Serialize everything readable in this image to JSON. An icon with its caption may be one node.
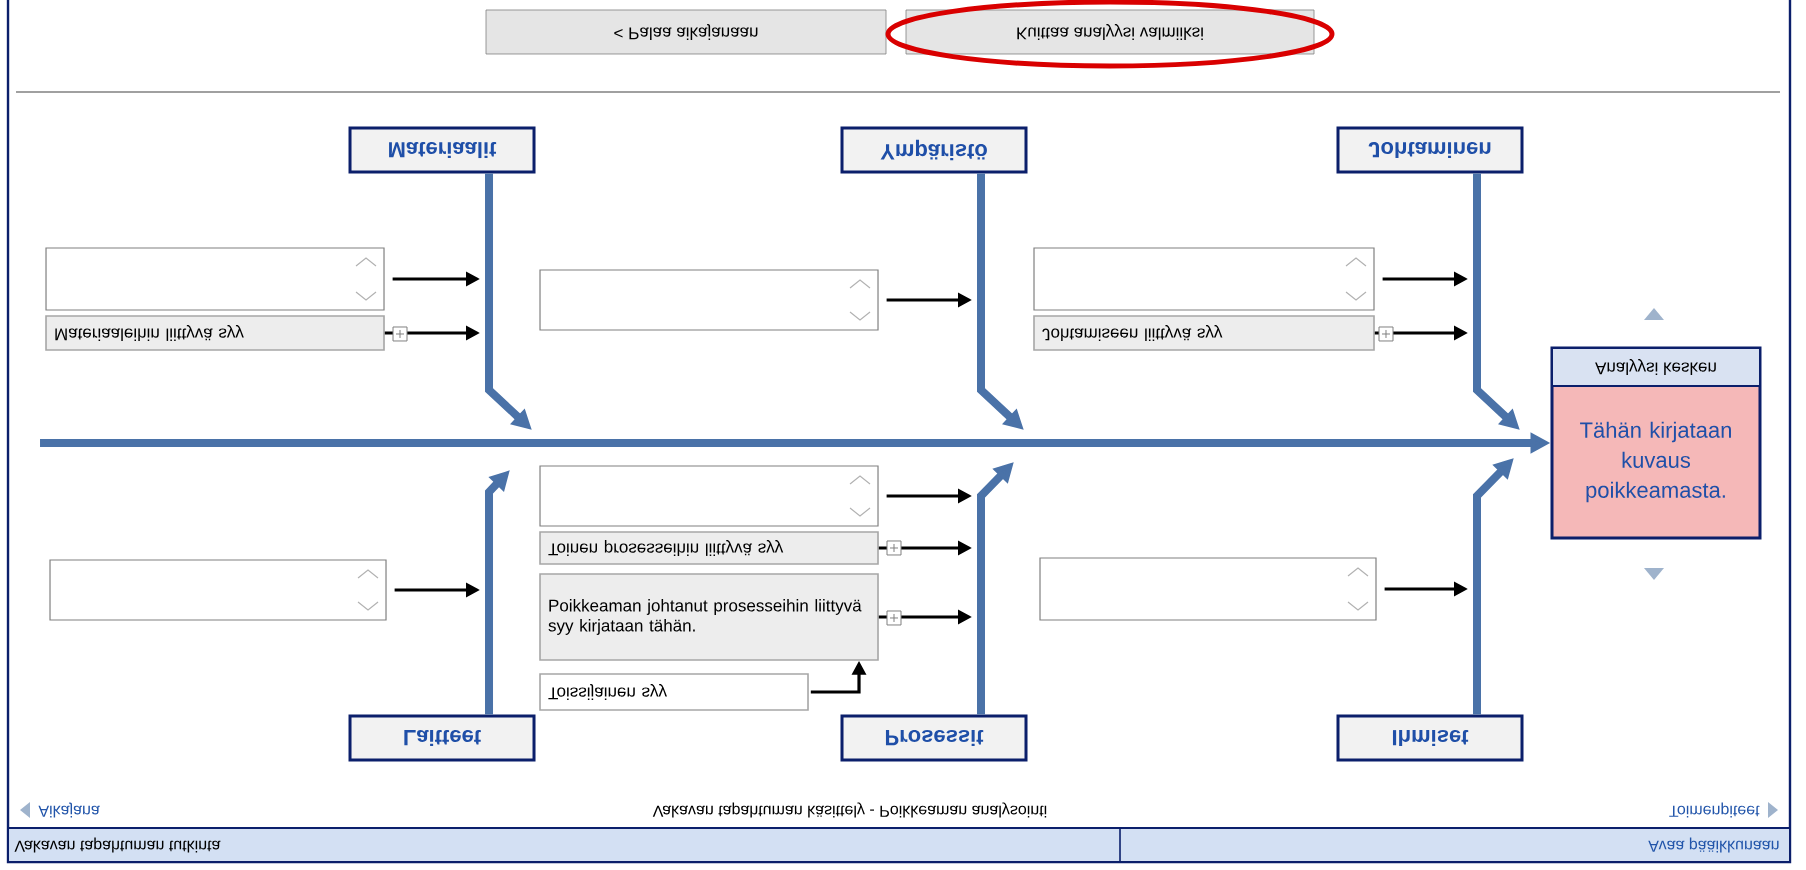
{
  "diagram": {
    "nodes": [
      {
        "text": [
          "< Palaa aikajanaan"
        ]
      },
      {
        "text": [
          "Kuittaa analyysi valmiiksi"
        ]
      },
      {
        "text": [
          "Materiaalit"
        ]
      },
      {
        "text": [
          "Ympäristö"
        ]
      },
      {
        "text": [
          "Johtaminen"
        ]
      },
      {
        "text": [],
        "shape": "box"
      },
      {
        "text": [
          "Materiaaleihin liittyvä syy"
        ]
      },
      {
        "text": [],
        "shape": "box"
      },
      {
        "text": [],
        "shape": "box"
      },
      {
        "text": [
          "Johtamiseen liittyvä syy"
        ]
      },
      {
        "text": [
          "Analyysi kesken",
          "Tähän kirjataan kuvaus poikkeamasta."
        ]
      },
      {
        "text": [],
        "shape": "box"
      },
      {
        "text": [
          "Toinen prosesseihin liittyvä syy"
        ]
      },
      {
        "text": [
          "Poikkeaman johtanut prosesseihin liittyvä syy kirjataan tähän."
        ]
      },
      {
        "text": [
          "Toissijainen syy"
        ]
      },
      {
        "text": [],
        "shape": "box"
      },
      {
        "text": [],
        "shape": "box"
      },
      {
        "text": [
          "Laitteet"
        ]
      },
      {
        "text": [
          "Prosessit"
        ]
      },
      {
        "text": [
          "Ihmiset"
        ]
      }
    ],
    "edges": [
      {
        "from": null,
        "to": 10,
        "arrow": "to",
        "style": "thick",
        "color": "#4a72a8"
      },
      {
        "from": 2,
        "to": null,
        "arrow": "to",
        "style": "thick",
        "color": "#4a72a8"
      },
      {
        "from": 3,
        "to": null,
        "arrow": "to",
        "style": "thick",
        "color": "#4a72a8"
      },
      {
        "from": 4,
        "to": null,
        "arrow": "to",
        "style": "thick",
        "color": "#4a72a8"
      },
      {
        "from": 17,
        "to": null,
        "arrow": "to",
        "style": "thick",
        "color": "#4a72a8"
      },
      {
        "from": 18,
        "to": null,
        "arrow": "to",
        "style": "thick",
        "color": "#4a72a8"
      },
      {
        "from": 19,
        "to": null,
        "arrow": "to",
        "style": "thick",
        "color": "#4a72a8"
      },
      {
        "from": 5,
        "to": null,
        "arrow": "to"
      },
      {
        "from": 6,
        "to": null,
        "arrow": "to"
      },
      {
        "from": 7,
        "to": null,
        "arrow": "to"
      },
      {
        "from": 8,
        "to": null,
        "arrow": "to"
      },
      {
        "from": 9,
        "to": null,
        "arrow": "to"
      },
      {
        "from": 11,
        "to": null,
        "arrow": "to"
      },
      {
        "from": 12,
        "to": null,
        "arrow": "to"
      },
      {
        "from": 13,
        "to": null,
        "arrow": "to"
      },
      {
        "from": 15,
        "to": null,
        "arrow": "to"
      },
      {
        "from": 16,
        "to": null,
        "arrow": "to"
      },
      {
        "from": 14,
        "to": 13,
        "arrow": "to"
      }
    ],
    "labels": [
      "Aikajana",
      "Vakavan tapahtuman käsittely - Poikkeaman analysointi",
      "Toimenpiteet",
      "Vakavan tapahtuman tutkinta",
      "Avaa pääikkunaan"
    ]
  }
}
